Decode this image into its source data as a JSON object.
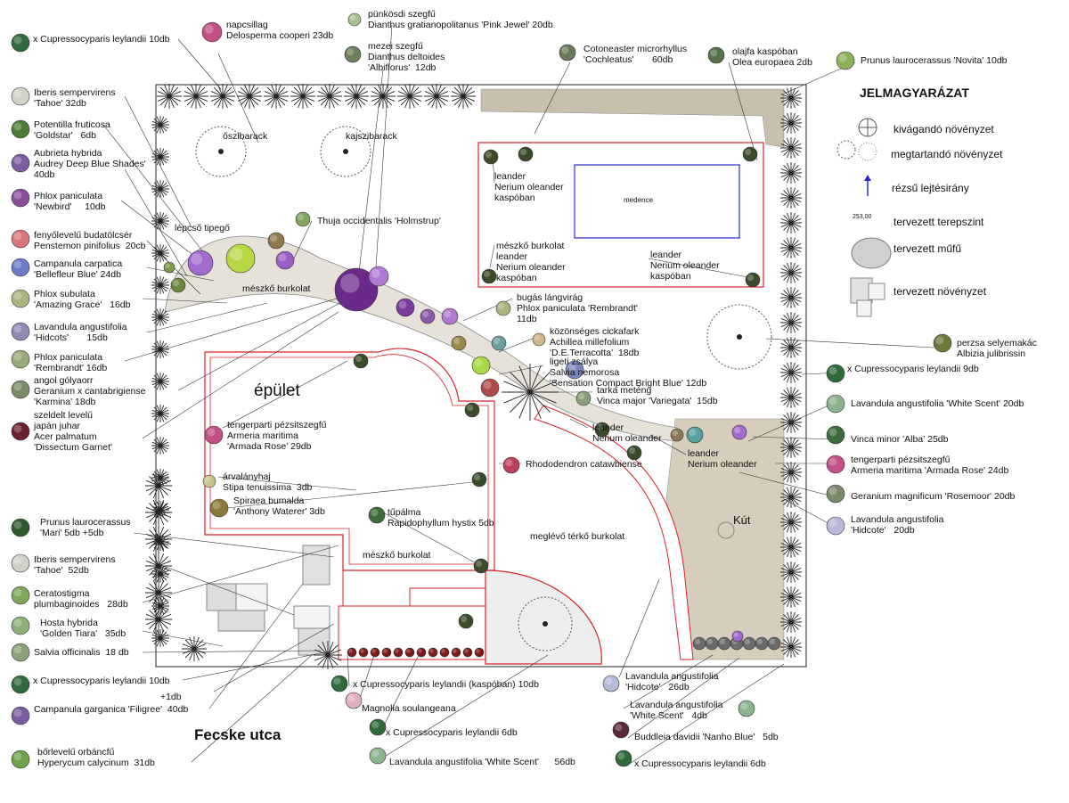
{
  "legend": {
    "title": "JELMAGYARÁZAT",
    "items": [
      "kivágandó növényzet",
      "megtartandó növényzet",
      "rézsű lejtésirány",
      "tervezett terepszint",
      "tervezett műfű",
      "tervezett növényzet"
    ],
    "level_sample": "253,00"
  },
  "areas": {
    "building": "épület",
    "pool": "medence",
    "fountain": "Kút",
    "street": "Fecske utca",
    "limestone_1": "mészkő burkolat",
    "limestone_2": "mészkő burkolat",
    "paving": "meglévő térkő burkolat",
    "steps": "lépcső tipegő",
    "peach": "őszibarack",
    "apricot": "kajszibarack"
  },
  "left_labels": [
    [
      "x Cupressocyparis leylandii 10db"
    ],
    [
      "Iberis sempervirens",
      "'Tahoe' 32db"
    ],
    [
      "Potentilla fruticosa",
      "'Goldstar'   6db"
    ],
    [
      "Aubrieta hybrida",
      "Audrey Deep Blue Shades'",
      "40db"
    ],
    [
      "Phlox paniculata",
      "'Newbird'     10db"
    ],
    [
      "fenyőlevelű budatölcsér",
      "Penstemon pinifolius  20cb"
    ],
    [
      "Campanula carpatica",
      "'Bellefleur Blue' 24db"
    ],
    [
      "Phlox subulata",
      "'Amazing Grace'   16db"
    ],
    [
      "Lavandula angustifolia",
      "'Hidcots'       15db"
    ],
    [
      "Phlox paniculata",
      "'Rembrandt' 16db"
    ],
    [
      "angol gólyaorr",
      "Geranium x cantabrigiense",
      "'Karmina' 18db"
    ],
    [
      "szeldelt levelű",
      "japán juhar",
      "Acer palmatum",
      "'Dissectum Garnet'"
    ],
    [
      "Prunus laurocerassus",
      "'Mari' 5db +5db"
    ],
    [
      "Iberis sempervirens",
      "'Tahoe'  52db"
    ],
    [
      "Ceratostigma",
      "plumbaginoides   28db"
    ],
    [
      "Hosta hybrida",
      "'Golden Tiara'   35db"
    ],
    [
      "Salvia officinalis  18 db"
    ],
    [
      "x Cupressocyparis leylandii 10db"
    ],
    [
      "+1db"
    ],
    [
      "Campanula garganica 'Filigree'  40db"
    ],
    [
      "bőrlevelű orbáncfű",
      "Hyperycum calycinum  31db"
    ]
  ],
  "top_labels": [
    [
      "napcsillag",
      "Delosperma cooperi 23db"
    ],
    [
      "pünkösdi szegfű",
      "Dianthus gratianopolitanus 'Pink Jewel' 20db"
    ],
    [
      "mezei szegfű",
      "Dianthus deltoides",
      "'Albiflorus'  12db"
    ],
    [
      "Cotoneaster microrhyllus",
      "'Cochleatus'       60db"
    ],
    [
      "olajfa kaspóban",
      "Olea europaea 2db"
    ],
    [
      "Prunus laurocerassus 'Novita' 10db"
    ]
  ],
  "right_labels": [
    [
      "perzsa selyemakác",
      "Albizia julibrissin"
    ],
    [
      "x Cupressocyparis leylandii 9db"
    ],
    [
      "Lavandula angustifolia 'White Scent' 20db"
    ],
    [
      "Vinca minor 'Alba' 25db"
    ],
    [
      "tengerparti pézsitszegfű",
      "Armeria maritima 'Armada Rose' 24db"
    ],
    [
      "Geranium magnificum 'Rosemoor' 20db"
    ],
    [
      "Lavandula angustifolia",
      "'Hidcote'   20db"
    ]
  ],
  "bottom_labels": [
    [
      "x Cupressocyparis leylandii (kaspóban) 10db"
    ],
    [
      "Magnolia soulangeana"
    ],
    [
      "x Cupressocyparis leylandii 6db"
    ],
    [
      "Lavandula angustifolia 'White Scent'      56db"
    ],
    [
      "Lavandula angustifolia",
      "'Hidcote'   26db"
    ],
    [
      "Lavandula angustifolia",
      "'White Scent'   4db"
    ],
    [
      "Buddleia davidii 'Nanho Blue'   5db"
    ],
    [
      "x Cupressocyparis leylandii 6db"
    ]
  ],
  "center_labels": [
    [
      "Thuja occidentalis 'Holmstrup'"
    ],
    [
      "leander",
      "Nerium oleander",
      "kaspóban"
    ],
    [
      "mészkő burkolat",
      "leander",
      "Nerium oleander",
      "kaspóban"
    ],
    [
      "leander",
      "Nerium oleander",
      "kaspóban"
    ],
    [
      "bugás lángvirág",
      "Phlox paniculata 'Rembrandt'",
      "11db"
    ],
    [
      "közönséges cickafark",
      "Achillea millefolium",
      "'D.E.Terracotta'  18db"
    ],
    [
      "ligeti zsálya",
      "Salvia nemorosa",
      "'Sensation Compact Bright Blue' 12db"
    ],
    [
      "tarka meténg",
      "Vinca major 'Variegata'  15db"
    ],
    [
      "leander",
      "Nerium oleander"
    ],
    [
      "leander",
      "Nerium oleander"
    ],
    [
      "Rhododendron catawbiense"
    ],
    [
      "tengerparti pézsitszegfű",
      "Armeria maritima",
      "'Armada Rose' 29db"
    ],
    [
      "árvalányhaj",
      "Stipa tenuissima  3db"
    ],
    [
      "Spiraea bumalda",
      "'Anthony Waterer' 3db"
    ],
    [
      "tűpálma",
      "Rapidophyllum hystix 5db"
    ]
  ],
  "colors": {
    "red": "#d8232a",
    "blue": "#2b2bd6",
    "gravel": "#c9bfae",
    "grass": "#f2f2f2"
  }
}
